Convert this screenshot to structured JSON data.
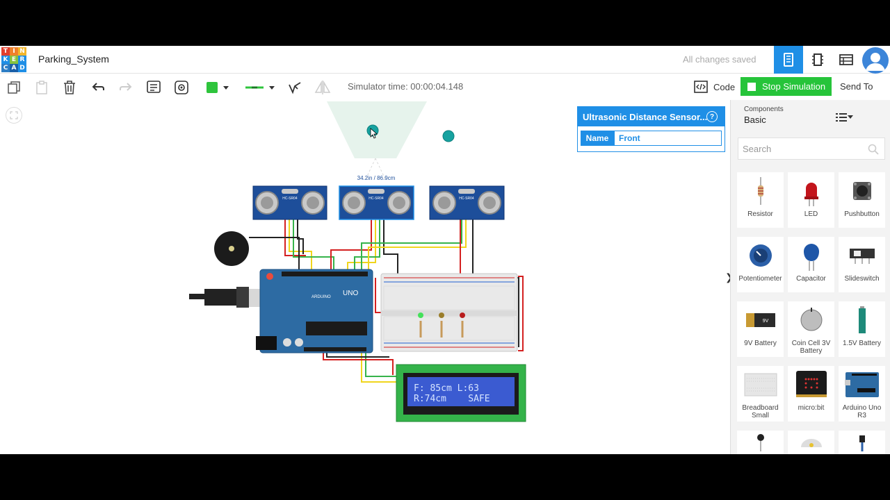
{
  "header": {
    "logo_letters": [
      "T",
      "I",
      "N",
      "K",
      "E",
      "R",
      "C",
      "A",
      "D"
    ],
    "project_name": "Parking_System",
    "save_status": "All changes saved"
  },
  "toolbar": {
    "simulator_time": "Simulator time: 00:00:04.148",
    "code_label": "Code",
    "stop_label": "Stop Simulation",
    "send_label": "Send To",
    "color_swatch": "#2ec43c"
  },
  "canvas": {
    "distance_readout": "34.2in / 86.9cm",
    "sensor_label": "HC-SR04",
    "arduino_label": "UNO",
    "arduino_brand": "ARDUINO",
    "lcd_line1": "F: 85cm L:63",
    "lcd_line2": "R:74cm    SAFE"
  },
  "inspector": {
    "title": "Ultrasonic Distance Sensor...",
    "help": "?",
    "name_label": "Name",
    "name_value": "Front"
  },
  "panel": {
    "components_label": "Components",
    "components_value": "Basic",
    "search_placeholder": "Search",
    "items": [
      {
        "label": "Resistor"
      },
      {
        "label": "LED"
      },
      {
        "label": "Pushbutton"
      },
      {
        "label": "Potentiometer"
      },
      {
        "label": "Capacitor"
      },
      {
        "label": "Slideswitch"
      },
      {
        "label": "9V Battery"
      },
      {
        "label": "Coin Cell 3V Battery"
      },
      {
        "label": "1.5V Battery"
      },
      {
        "label": "Breadboard Small"
      },
      {
        "label": "micro:bit"
      },
      {
        "label": "Arduino Uno R3"
      }
    ]
  },
  "colors": {
    "accent": "#1f8fe6",
    "stop_green": "#26c43a",
    "sensor_blue": "#1d4e9a",
    "arduino_blue": "#2d6ba3",
    "lcd_blue": "#3b5bd1"
  }
}
